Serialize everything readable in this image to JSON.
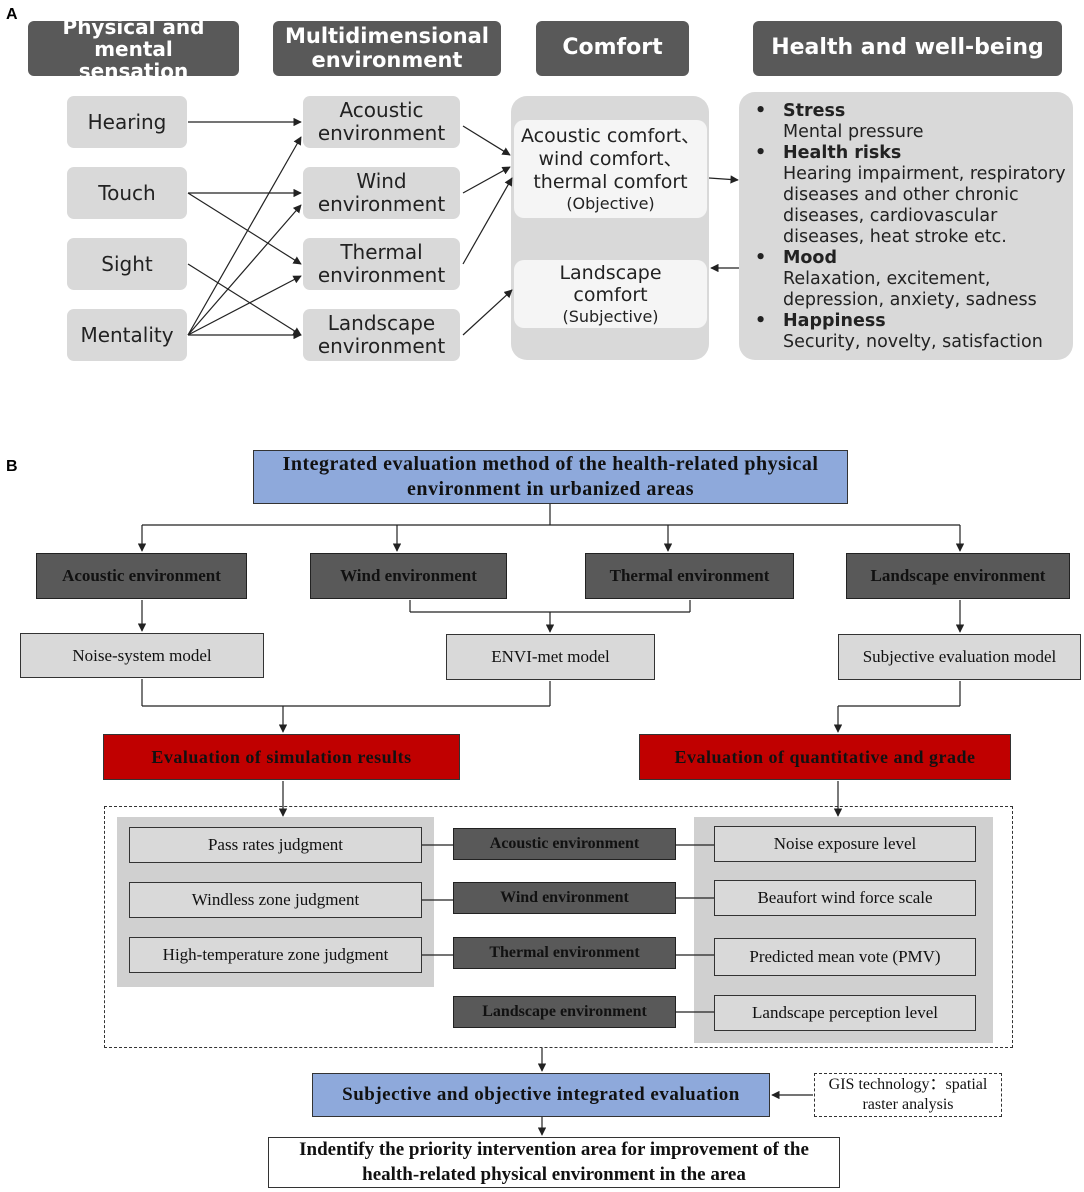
{
  "panel_a": {
    "letter": "A",
    "headers": {
      "sensation": "Physical and mental sensation",
      "environment": "Multidimensional environment",
      "comfort": "Comfort",
      "health": "Health and well-being"
    },
    "senses": [
      "Hearing",
      "Touch",
      "Sight",
      "Mentality"
    ],
    "environments": [
      "Acoustic environment",
      "Wind environment",
      "Thermal environment",
      "Landscape environment"
    ],
    "objective_comfort": {
      "text": "Acoustic comfort、wind comfort、thermal comfort",
      "tag": "(Objective)"
    },
    "subjective_comfort": {
      "text": "Landscape comfort",
      "tag": "(Subjective)"
    },
    "health_items": [
      {
        "title": "Stress",
        "text": "Mental pressure"
      },
      {
        "title": "Health risks",
        "text": "Hearing impairment, respiratory diseases and other chronic diseases, cardiovascular diseases, heat stroke etc."
      },
      {
        "title": "Mood",
        "text": "Relaxation, excitement, depression, anxiety, sadness"
      },
      {
        "title": "Happiness",
        "text": "Security, novelty, satisfaction"
      }
    ],
    "bullet": "•"
  },
  "panel_b": {
    "letter": "B",
    "title": "Integrated evaluation method of the health-related physical environment in urbanized areas",
    "environments": [
      "Acoustic environment",
      "Wind environment",
      "Thermal environment",
      "Landscape environment"
    ],
    "models": [
      "Noise-system model",
      "ENVI-met model",
      "Subjective evaluation  model"
    ],
    "evaluations": [
      "Evaluation  of simulation  results",
      "Evaluation  of quantitative  and  grade"
    ],
    "judgments": [
      "Pass rates judgment",
      "Windless  zone judgment",
      "High-temperature  zone judgment"
    ],
    "center_envs": [
      "Acoustic environment",
      "Wind environment",
      "Thermal environment",
      "Landscape environment"
    ],
    "levels": [
      "Noise exposure level",
      "Beaufort wind  force scale",
      "Predicted mean vote (PMV)",
      "Landscape perception level"
    ],
    "integrated": "Subjective  and  objective  integrated  evaluation",
    "gis": "GIS technology：spatial raster analysis",
    "final": "Indentify  the priority  intervention  area for improvement of the health-related physical environment  in the area"
  },
  "colors": {
    "dark_gray": "#595959",
    "light_gray": "#d9d9d9",
    "blue": "#8ea9db",
    "red": "#c00000"
  }
}
